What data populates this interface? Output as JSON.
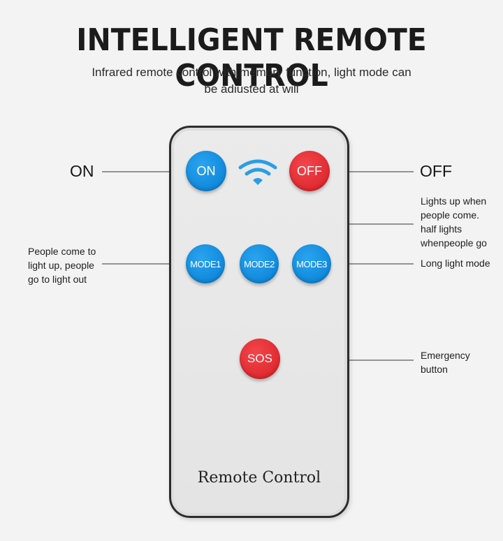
{
  "title": "INTELLIGENT REMOTE CONTROL",
  "subtitle": "Infrared remote control with memory function, light mode can be adiusted at will",
  "remote": {
    "label": "Remote Control",
    "buttons": {
      "on": "ON",
      "off": "OFF",
      "mode1": "MODE1",
      "mode2": "MODE2",
      "mode3": "MODE3",
      "sos": "SOS"
    },
    "signal_icon": "wifi-signal-icon"
  },
  "callouts": {
    "on": "ON",
    "off": "OFF",
    "mode1": "People come to light up, people go to light out",
    "mode2": "Lights up when people come. half lights whenpeople go",
    "mode3": "Long light mode",
    "sos": "Emergency button"
  },
  "colors": {
    "blue_button": "#1189dc",
    "red_button": "#e02a30",
    "background": "#f3f3f3",
    "remote_body": "#e8e8e8"
  }
}
